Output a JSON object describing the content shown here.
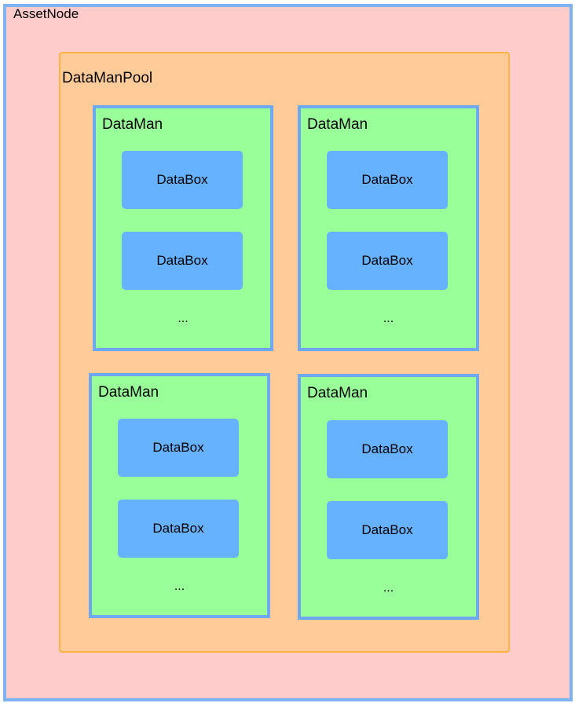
{
  "colors": {
    "asset_fill": "#FFCCCC",
    "asset_border": "#7EB2F0",
    "pool_fill": "#FFCC99",
    "pool_border": "#FFB347",
    "man_fill": "#99FF99",
    "man_border": "#6FA8F0",
    "box_fill": "#66B2FF"
  },
  "asset_node": {
    "label": "AssetNode"
  },
  "pool": {
    "label": "DataManPool"
  },
  "data_men": [
    {
      "label": "DataMan",
      "boxes": [
        "DataBox",
        "DataBox"
      ],
      "more": "..."
    },
    {
      "label": "DataMan",
      "boxes": [
        "DataBox",
        "DataBox"
      ],
      "more": "..."
    },
    {
      "label": "DataMan",
      "boxes": [
        "DataBox",
        "DataBox"
      ],
      "more": "..."
    },
    {
      "label": "DataMan",
      "boxes": [
        "DataBox",
        "DataBox"
      ],
      "more": "..."
    }
  ]
}
